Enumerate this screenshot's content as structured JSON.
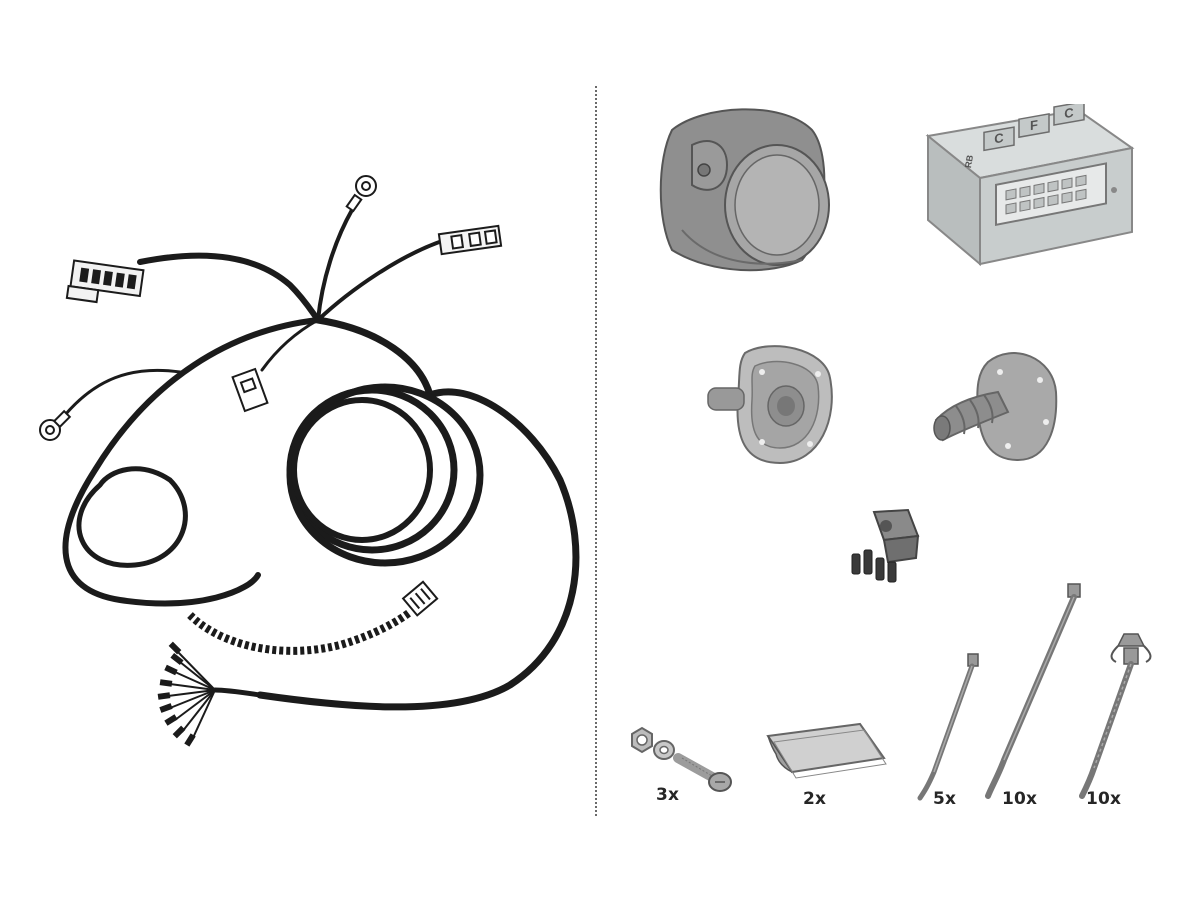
{
  "box_logo": {
    "letters": [
      "C",
      "F",
      "C"
    ],
    "side_mark": "RB"
  },
  "quantities": {
    "bolts": "3x",
    "pads": "2x",
    "ties_small": "5x",
    "ties_long": "10x",
    "ties_clip": "10x"
  }
}
